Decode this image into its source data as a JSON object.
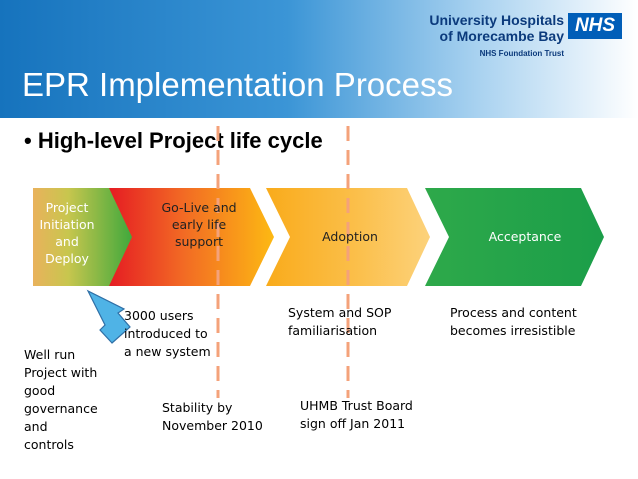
{
  "header": {
    "title": "EPR Implementation Process",
    "logo_line1": "University Hospitals",
    "logo_line2": "of Morecambe Bay",
    "logo_line3": "NHS Foundation Trust",
    "nhs_mark": "NHS"
  },
  "bullet": "• High-level Project life cycle",
  "stages": [
    {
      "label": "Project Initiation and Deploy"
    },
    {
      "label": "Go-Live and early life support"
    },
    {
      "label": "Adoption"
    },
    {
      "label": "Acceptance"
    }
  ],
  "notes": {
    "well_run": "Well run Project with good governance and controls",
    "users": "3000 users introduced to a new system",
    "sop": "System and SOP familiarisation",
    "process": "Process and content becomes irresistible",
    "stability": "Stability by November 2010",
    "board": "UHMB Trust Board sign off Jan 2011"
  },
  "colors": {
    "header_blue": "#1673bd",
    "stage1_green": "#4aa83a",
    "stage2_red": "#e8231f",
    "stage3_orange": "#fbb040",
    "stage4_green": "#23a24d",
    "arrow_blue": "#4fb3e6",
    "milestone_dash": "#f4a27a"
  }
}
